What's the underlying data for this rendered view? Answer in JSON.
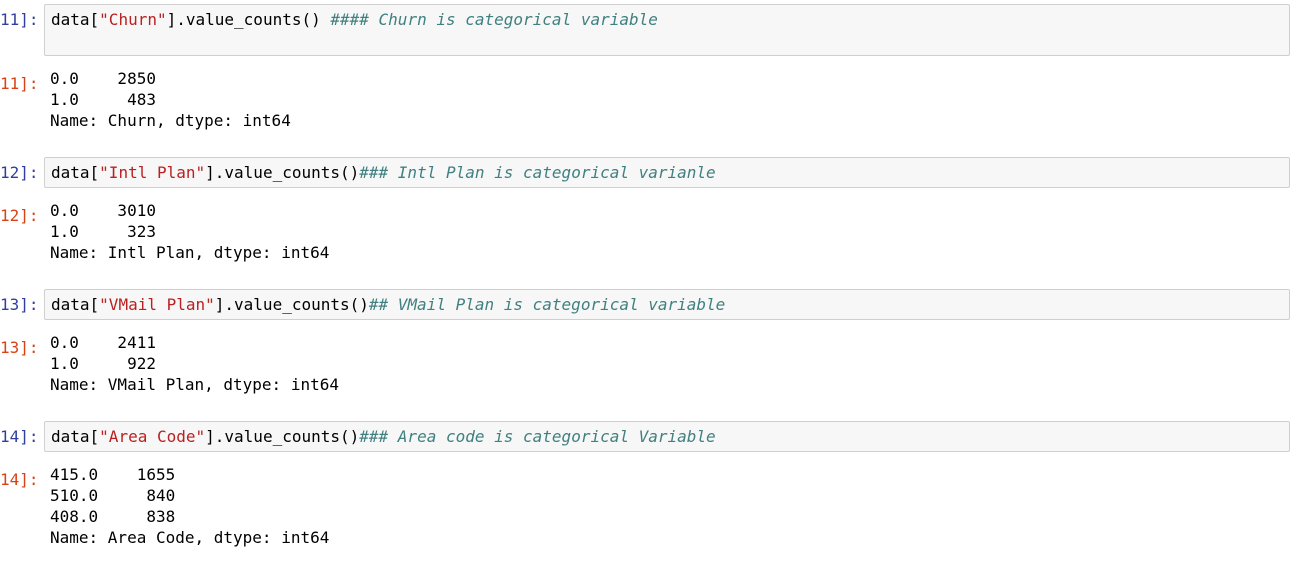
{
  "notebook": {
    "app": "Jupyter Notebook",
    "colors": {
      "input_prompt": "#303F9F",
      "output_prompt": "#D84315",
      "string_token": "#BA2121",
      "comment_token": "#408080",
      "cell_background": "#F7F7F7",
      "cell_border": "#CFCFCF"
    },
    "cells": [
      {
        "execution_count": "11",
        "input_prompt": "11]:",
        "output_prompt": "11]:",
        "code": {
          "pre": "data[",
          "string": "\"Churn\"",
          "post": "].value_counts() ",
          "comment": "#### Churn is categorical variable"
        },
        "output_text": "0.0    2850\n1.0     483\nName: Churn, dtype: int64"
      },
      {
        "execution_count": "12",
        "input_prompt": "12]:",
        "output_prompt": "12]:",
        "code": {
          "pre": "data[",
          "string": "\"Intl Plan\"",
          "post": "].value_counts()",
          "comment": "### Intl Plan is categorical varianle"
        },
        "output_text": "0.0    3010\n1.0     323\nName: Intl Plan, dtype: int64"
      },
      {
        "execution_count": "13",
        "input_prompt": "13]:",
        "output_prompt": "13]:",
        "code": {
          "pre": "data[",
          "string": "\"VMail Plan\"",
          "post": "].value_counts()",
          "comment": "## VMail Plan is categorical variable"
        },
        "output_text": "0.0    2411\n1.0     922\nName: VMail Plan, dtype: int64"
      },
      {
        "execution_count": "14",
        "input_prompt": "14]:",
        "output_prompt": "14]:",
        "code": {
          "pre": "data[",
          "string": "\"Area Code\"",
          "post": "].value_counts()",
          "comment": "### Area code is categorical Variable"
        },
        "output_text": "415.0    1655\n510.0     840\n408.0     838\nName: Area Code, dtype: int64"
      }
    ]
  }
}
